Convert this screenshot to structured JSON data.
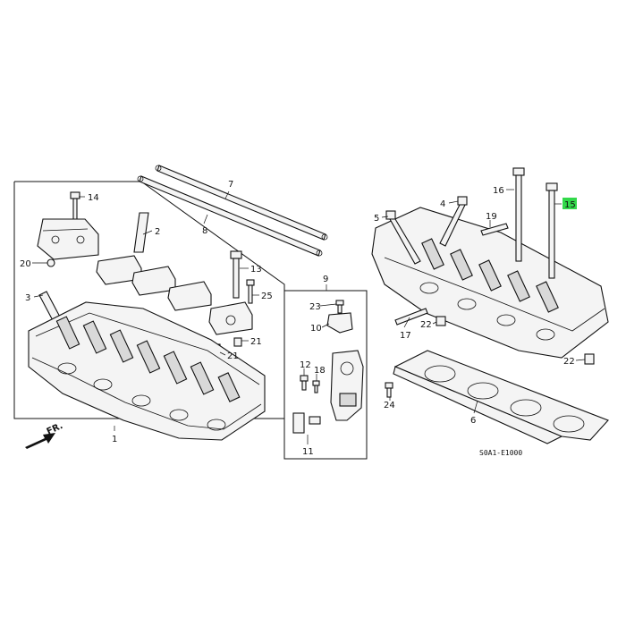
{
  "callouts": {
    "c1": "1",
    "c2": "2",
    "c3": "3",
    "c4": "4",
    "c5": "5",
    "c6": "6",
    "c7": "7",
    "c8": "8",
    "c9": "9",
    "c10": "10",
    "c11": "11",
    "c12": "12",
    "c13": "13",
    "c14": "14",
    "c15": "15",
    "c16": "16",
    "c17": "17",
    "c18": "18",
    "c19": "19",
    "c20": "20",
    "c21a": "21",
    "c21b": "21",
    "c22a": "22",
    "c22b": "22",
    "c23": "23",
    "c24": "24",
    "c25": "25"
  },
  "direction_label": "FR.",
  "diagram_code": "S0A1-E1000",
  "highlight_color": "#32d94a"
}
